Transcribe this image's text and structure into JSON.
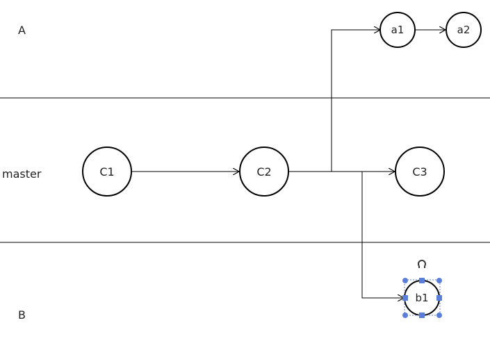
{
  "lanes": {
    "a": "A",
    "master": "master",
    "b": "B"
  },
  "nodes": {
    "c1": "C1",
    "c2": "C2",
    "c3": "C3",
    "a1": "a1",
    "a2": "a2",
    "b1": "b1"
  },
  "colors": {
    "line": "#000000",
    "text": "#222222",
    "selection": "#5b7fd9"
  },
  "selection": {
    "selected_node": "b1",
    "rotate_handle_icon": "rotate-icon"
  }
}
